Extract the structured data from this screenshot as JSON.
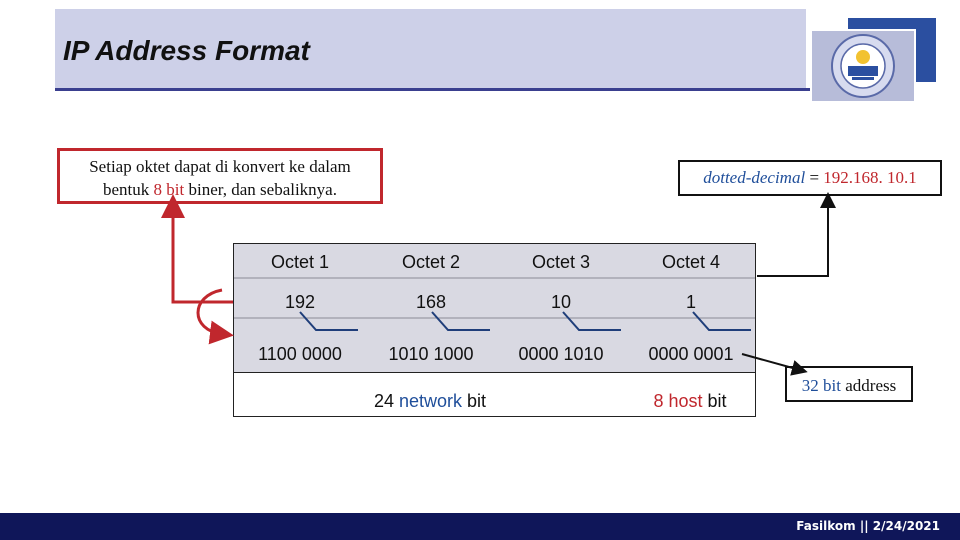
{
  "title": "IP Address Format",
  "callout_left": {
    "line1": "Setiap oktet dapat di konvert ke dalam",
    "line2_pre": "bentuk ",
    "line2_highlight": "8 bit",
    "line2_post": " biner, dan sebaliknya."
  },
  "callout_right": {
    "term": "dotted-decimal",
    "equals": " = ",
    "value": "192.168. 10.1"
  },
  "octets": [
    {
      "label": "Octet 1",
      "decimal": "192",
      "binary": "1100 0000"
    },
    {
      "label": "Octet 2",
      "decimal": "168",
      "binary": "1010 1000"
    },
    {
      "label": "Octet 3",
      "decimal": "10",
      "binary": "0000 1010"
    },
    {
      "label": "Octet 4",
      "decimal": "1",
      "binary": "0000 0001"
    }
  ],
  "network_label": {
    "count": "24 ",
    "word": "network",
    "suffix": " bit"
  },
  "host_label": {
    "count": "8 ",
    "word": "host",
    "suffix": " bit"
  },
  "address_callout": {
    "highlight": "32 bit",
    "rest": " address"
  },
  "footer": "Fasilkom || 2/24/2021",
  "colors": {
    "accent_red": "#c0272d",
    "accent_blue": "#1f4e9a",
    "title_band": "#cdd0e8",
    "footer": "#0f1659"
  },
  "logo": {
    "icon": "university-logo-icon"
  }
}
